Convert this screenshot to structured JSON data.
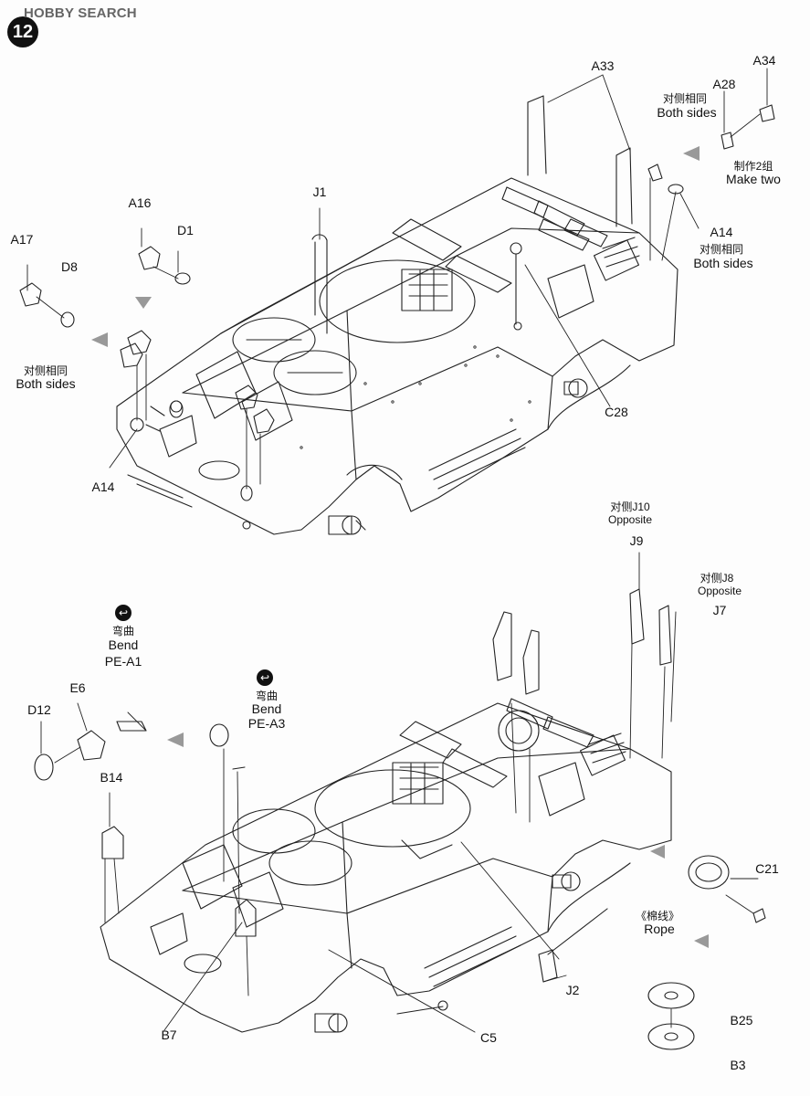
{
  "header": {
    "watermark": "HOBBY SEARCH",
    "step_number": "12"
  },
  "upper": {
    "part_A33": "A33",
    "part_A34": "A34",
    "part_A28": "A28",
    "note_A28_cn": "对侧相同",
    "note_A28_en": "Both sides",
    "note_A34_cn": "制作2组",
    "note_A34_en": "Make two",
    "part_A14_right": "A14",
    "note_A14_cn": "对侧相同",
    "note_A14_en": "Both sides",
    "part_J1": "J1",
    "part_A16": "A16",
    "part_D1": "D1",
    "part_A17": "A17",
    "part_D8": "D8",
    "note_left_cn": "对侧相同",
    "note_left_en": "Both sides",
    "part_C28": "C28",
    "part_A14_left": "A14"
  },
  "lower": {
    "note_J10_cn": "对侧J10",
    "note_J10_en": "Opposite",
    "part_J9": "J9",
    "note_J8_cn": "对侧J8",
    "note_J8_en": "Opposite",
    "part_J7": "J7",
    "bend1_icon": "↩",
    "bend1_cn": "弯曲",
    "bend1_en": "Bend",
    "part_PEA1": "PE-A1",
    "bend2_icon": "↩",
    "bend2_cn": "弯曲",
    "bend2_en": "Bend",
    "part_PEA3": "PE-A3",
    "part_E6": "E6",
    "part_D12": "D12",
    "part_B14": "B14",
    "part_C21": "C21",
    "rope_cn": "《棉线》",
    "rope_en": "Rope",
    "part_J2": "J2",
    "part_B7": "B7",
    "part_C5": "C5",
    "part_B25": "B25",
    "part_B3": "B3"
  }
}
